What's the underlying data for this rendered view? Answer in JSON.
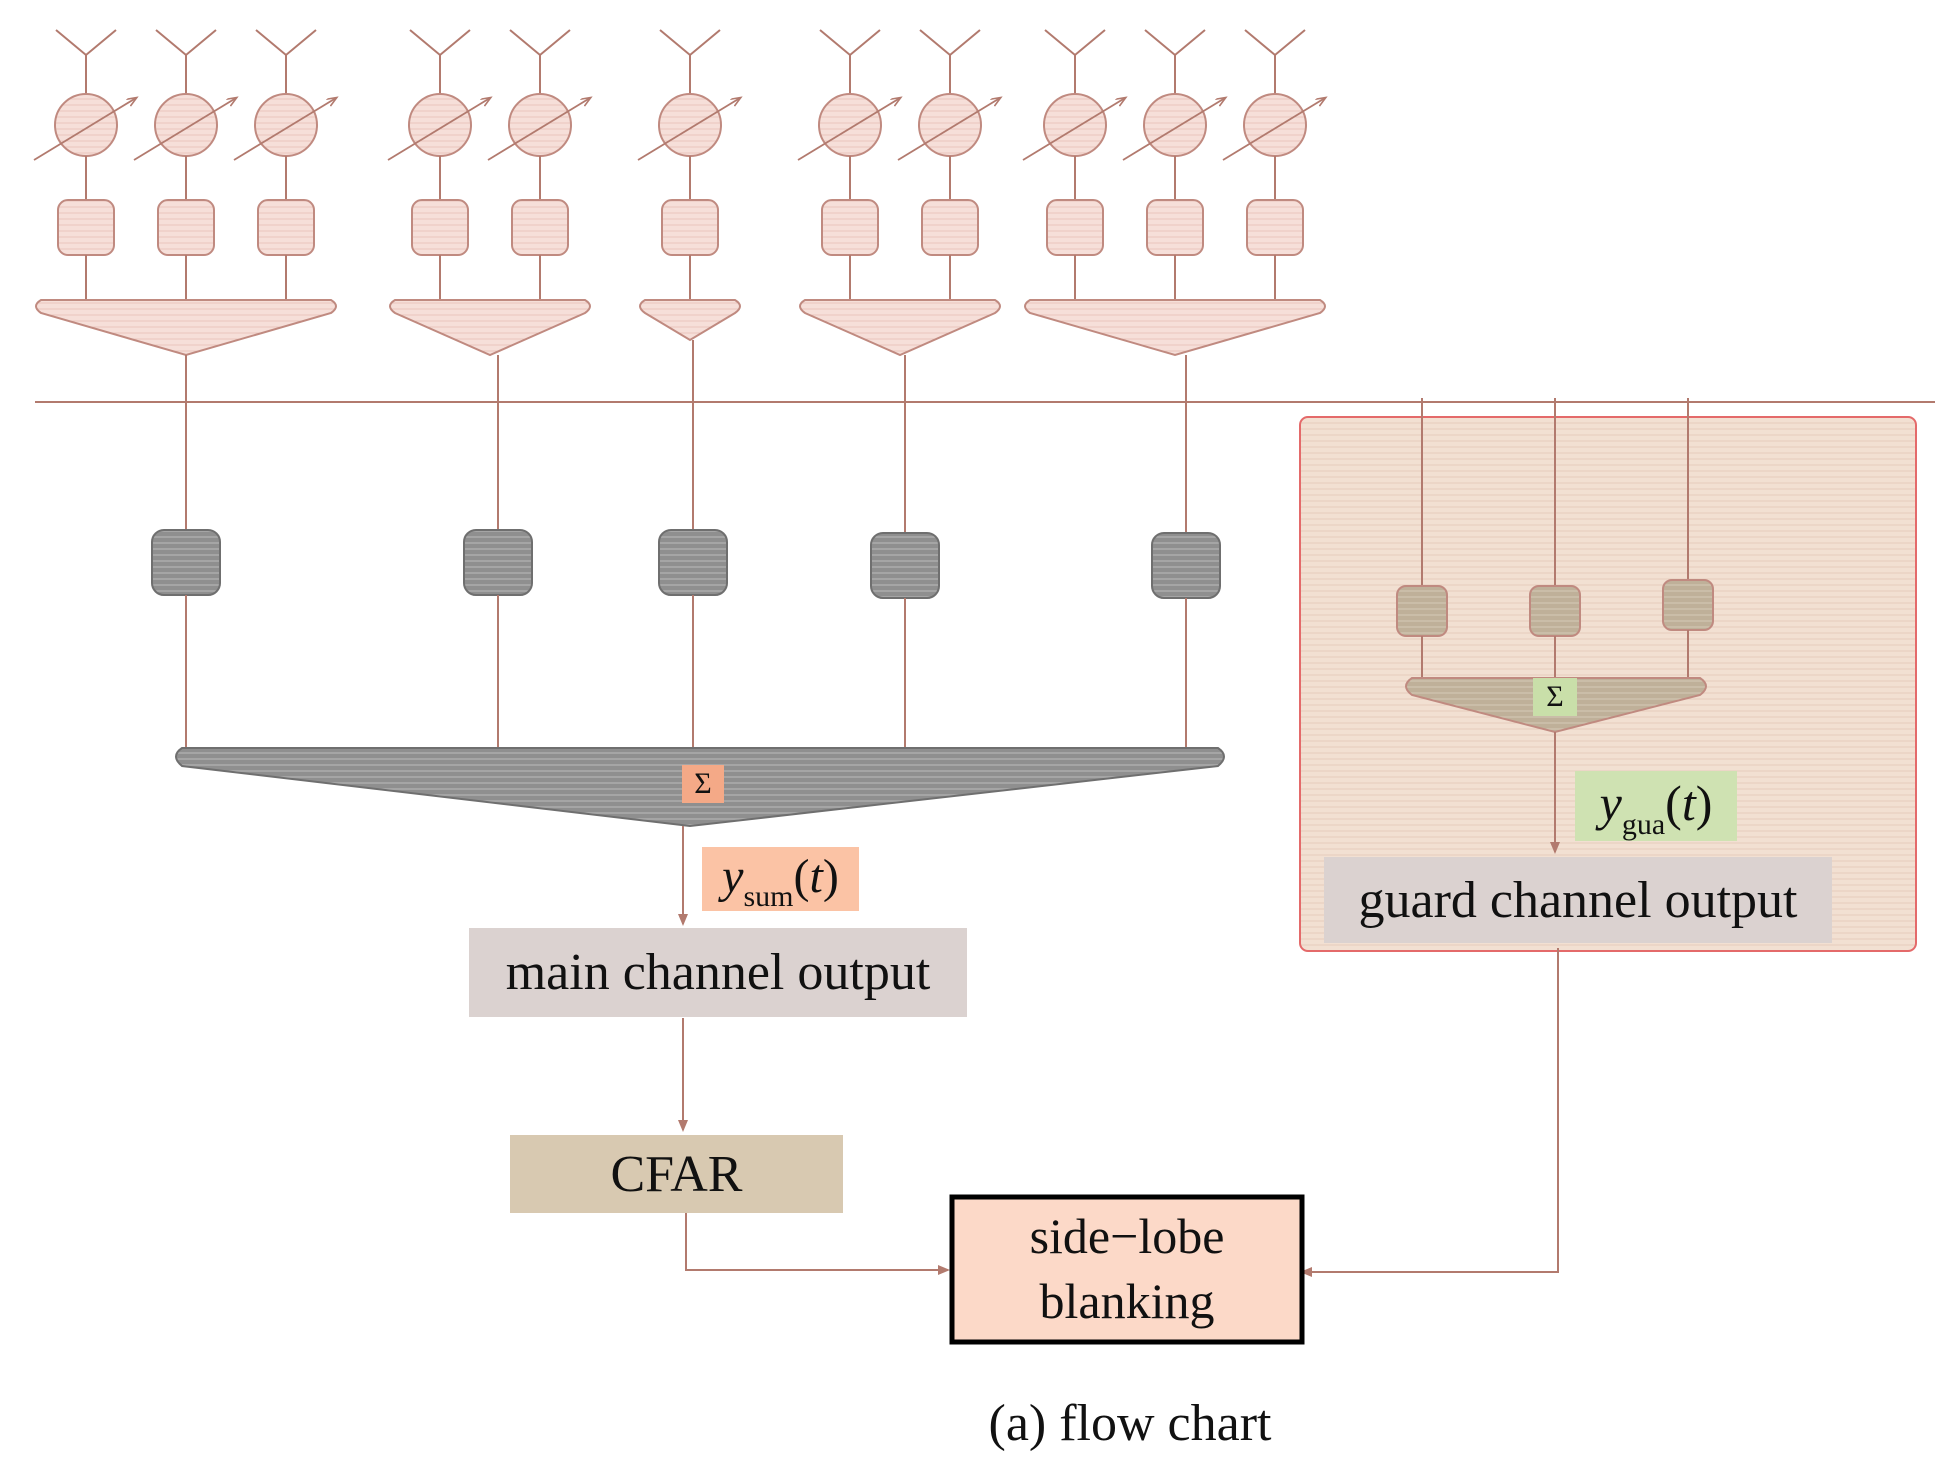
{
  "diagram": {
    "sum_symbol": "Σ",
    "main_output_signal": {
      "var": "y",
      "sub": "sum",
      "arg": "t"
    },
    "guard_output_signal": {
      "var": "y",
      "sub": "gua",
      "arg": "t"
    },
    "main_output_label": "main channel output",
    "guard_output_label": "guard channel output",
    "cfar_label": "CFAR",
    "sidelobe_label_line1": "side−lobe",
    "sidelobe_label_line2": "blanking",
    "caption": "(a) flow chart"
  },
  "colors": {
    "line": "#b27a6e",
    "element_fill": "#f6dfd9",
    "element_stroke": "#c08a80",
    "main_sum_fill": "#8f8f8f",
    "main_sum_stroke": "#6f6f6f",
    "guard_region_fill": "#f2e0d2",
    "guard_region_stroke": "#e46a6a",
    "guard_box_fill": "#bfb099",
    "sigma_main_bg": "#f4a987",
    "sigma_guard_bg": "#c9dfa9",
    "main_signal_bg": "#fbc3a5",
    "guard_signal_bg": "#cfe2b2",
    "output_label_bg": "#dbd2d0",
    "cfar_bg": "#d8c9b1",
    "sidelobe_bg": "#fcd9c8",
    "sidelobe_stroke": "#000000"
  }
}
